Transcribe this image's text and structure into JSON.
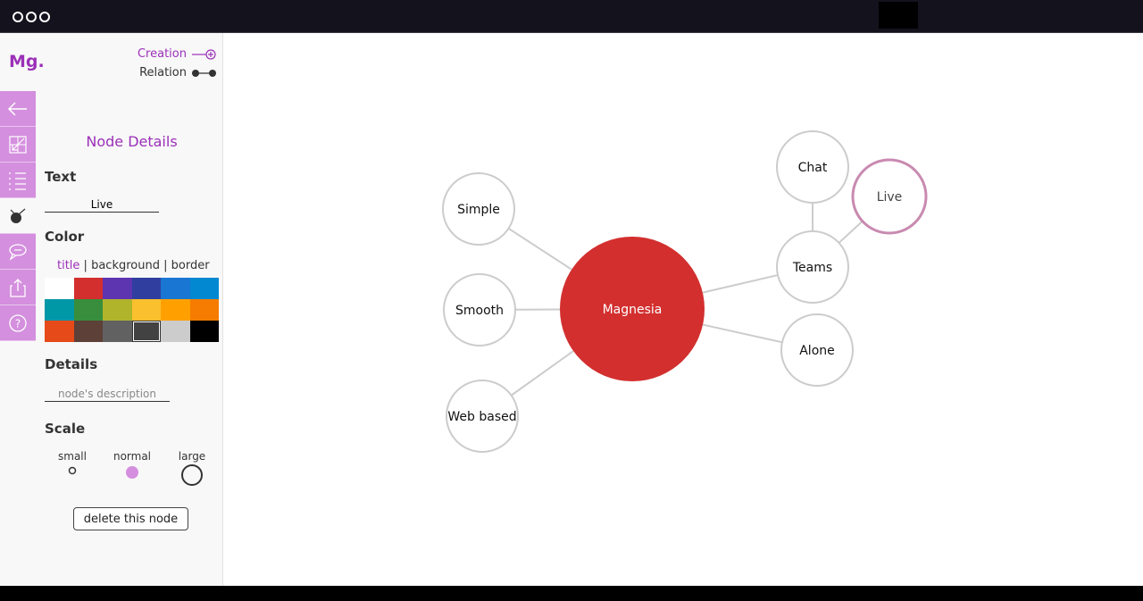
{
  "app": {
    "logo": "Mg."
  },
  "modes": {
    "creation": "Creation",
    "relation": "Relation"
  },
  "sidebar": {
    "icons": [
      "back-arrow-icon",
      "fit-screen-icon",
      "list-icon",
      "paint-icon",
      "chat-icon",
      "share-icon",
      "help-icon"
    ]
  },
  "panel": {
    "title": "Node Details",
    "text_label": "Text",
    "text_value": "Live",
    "color_label": "Color",
    "color_tabs": {
      "title": "title",
      "sep1": " | ",
      "background": "background",
      "sep2": " | ",
      "border": "border"
    },
    "palette": [
      "#ffffff",
      "#d32f2f",
      "#5e35b1",
      "#303f9f",
      "#1976d2",
      "#0288d1",
      "#0097a7",
      "#388e3c",
      "#afb42b",
      "#fbc02d",
      "#ffa000",
      "#f57c00",
      "#e64a19",
      "#5d4037",
      "#616161",
      "#424242",
      "#cccccc",
      "#000000"
    ],
    "palette_selected_index": 15,
    "details_label": "Details",
    "details_placeholder": "node's description",
    "scale_label": "Scale",
    "scale_options": [
      "small",
      "normal",
      "large"
    ],
    "scale_selected": "normal",
    "delete_label": "delete this node"
  },
  "colors": {
    "accent": "#9b30b8",
    "accent_light": "#d48fde",
    "central_node": "#d32f2f",
    "selected_border": "#c98ab0",
    "node_border": "#cccccc"
  },
  "graph": {
    "nodes": [
      {
        "id": "magnesia",
        "label": "Magnesia",
        "central": true
      },
      {
        "id": "simple",
        "label": "Simple"
      },
      {
        "id": "smooth",
        "label": "Smooth"
      },
      {
        "id": "webbased",
        "label": "Web based"
      },
      {
        "id": "teams",
        "label": "Teams"
      },
      {
        "id": "alone",
        "label": "Alone"
      },
      {
        "id": "chat",
        "label": "Chat"
      },
      {
        "id": "live",
        "label": "Live",
        "selected": true
      }
    ],
    "edges": [
      [
        "magnesia",
        "simple"
      ],
      [
        "magnesia",
        "smooth"
      ],
      [
        "magnesia",
        "webbased"
      ],
      [
        "magnesia",
        "teams"
      ],
      [
        "magnesia",
        "alone"
      ],
      [
        "teams",
        "chat"
      ],
      [
        "teams",
        "live"
      ]
    ]
  }
}
